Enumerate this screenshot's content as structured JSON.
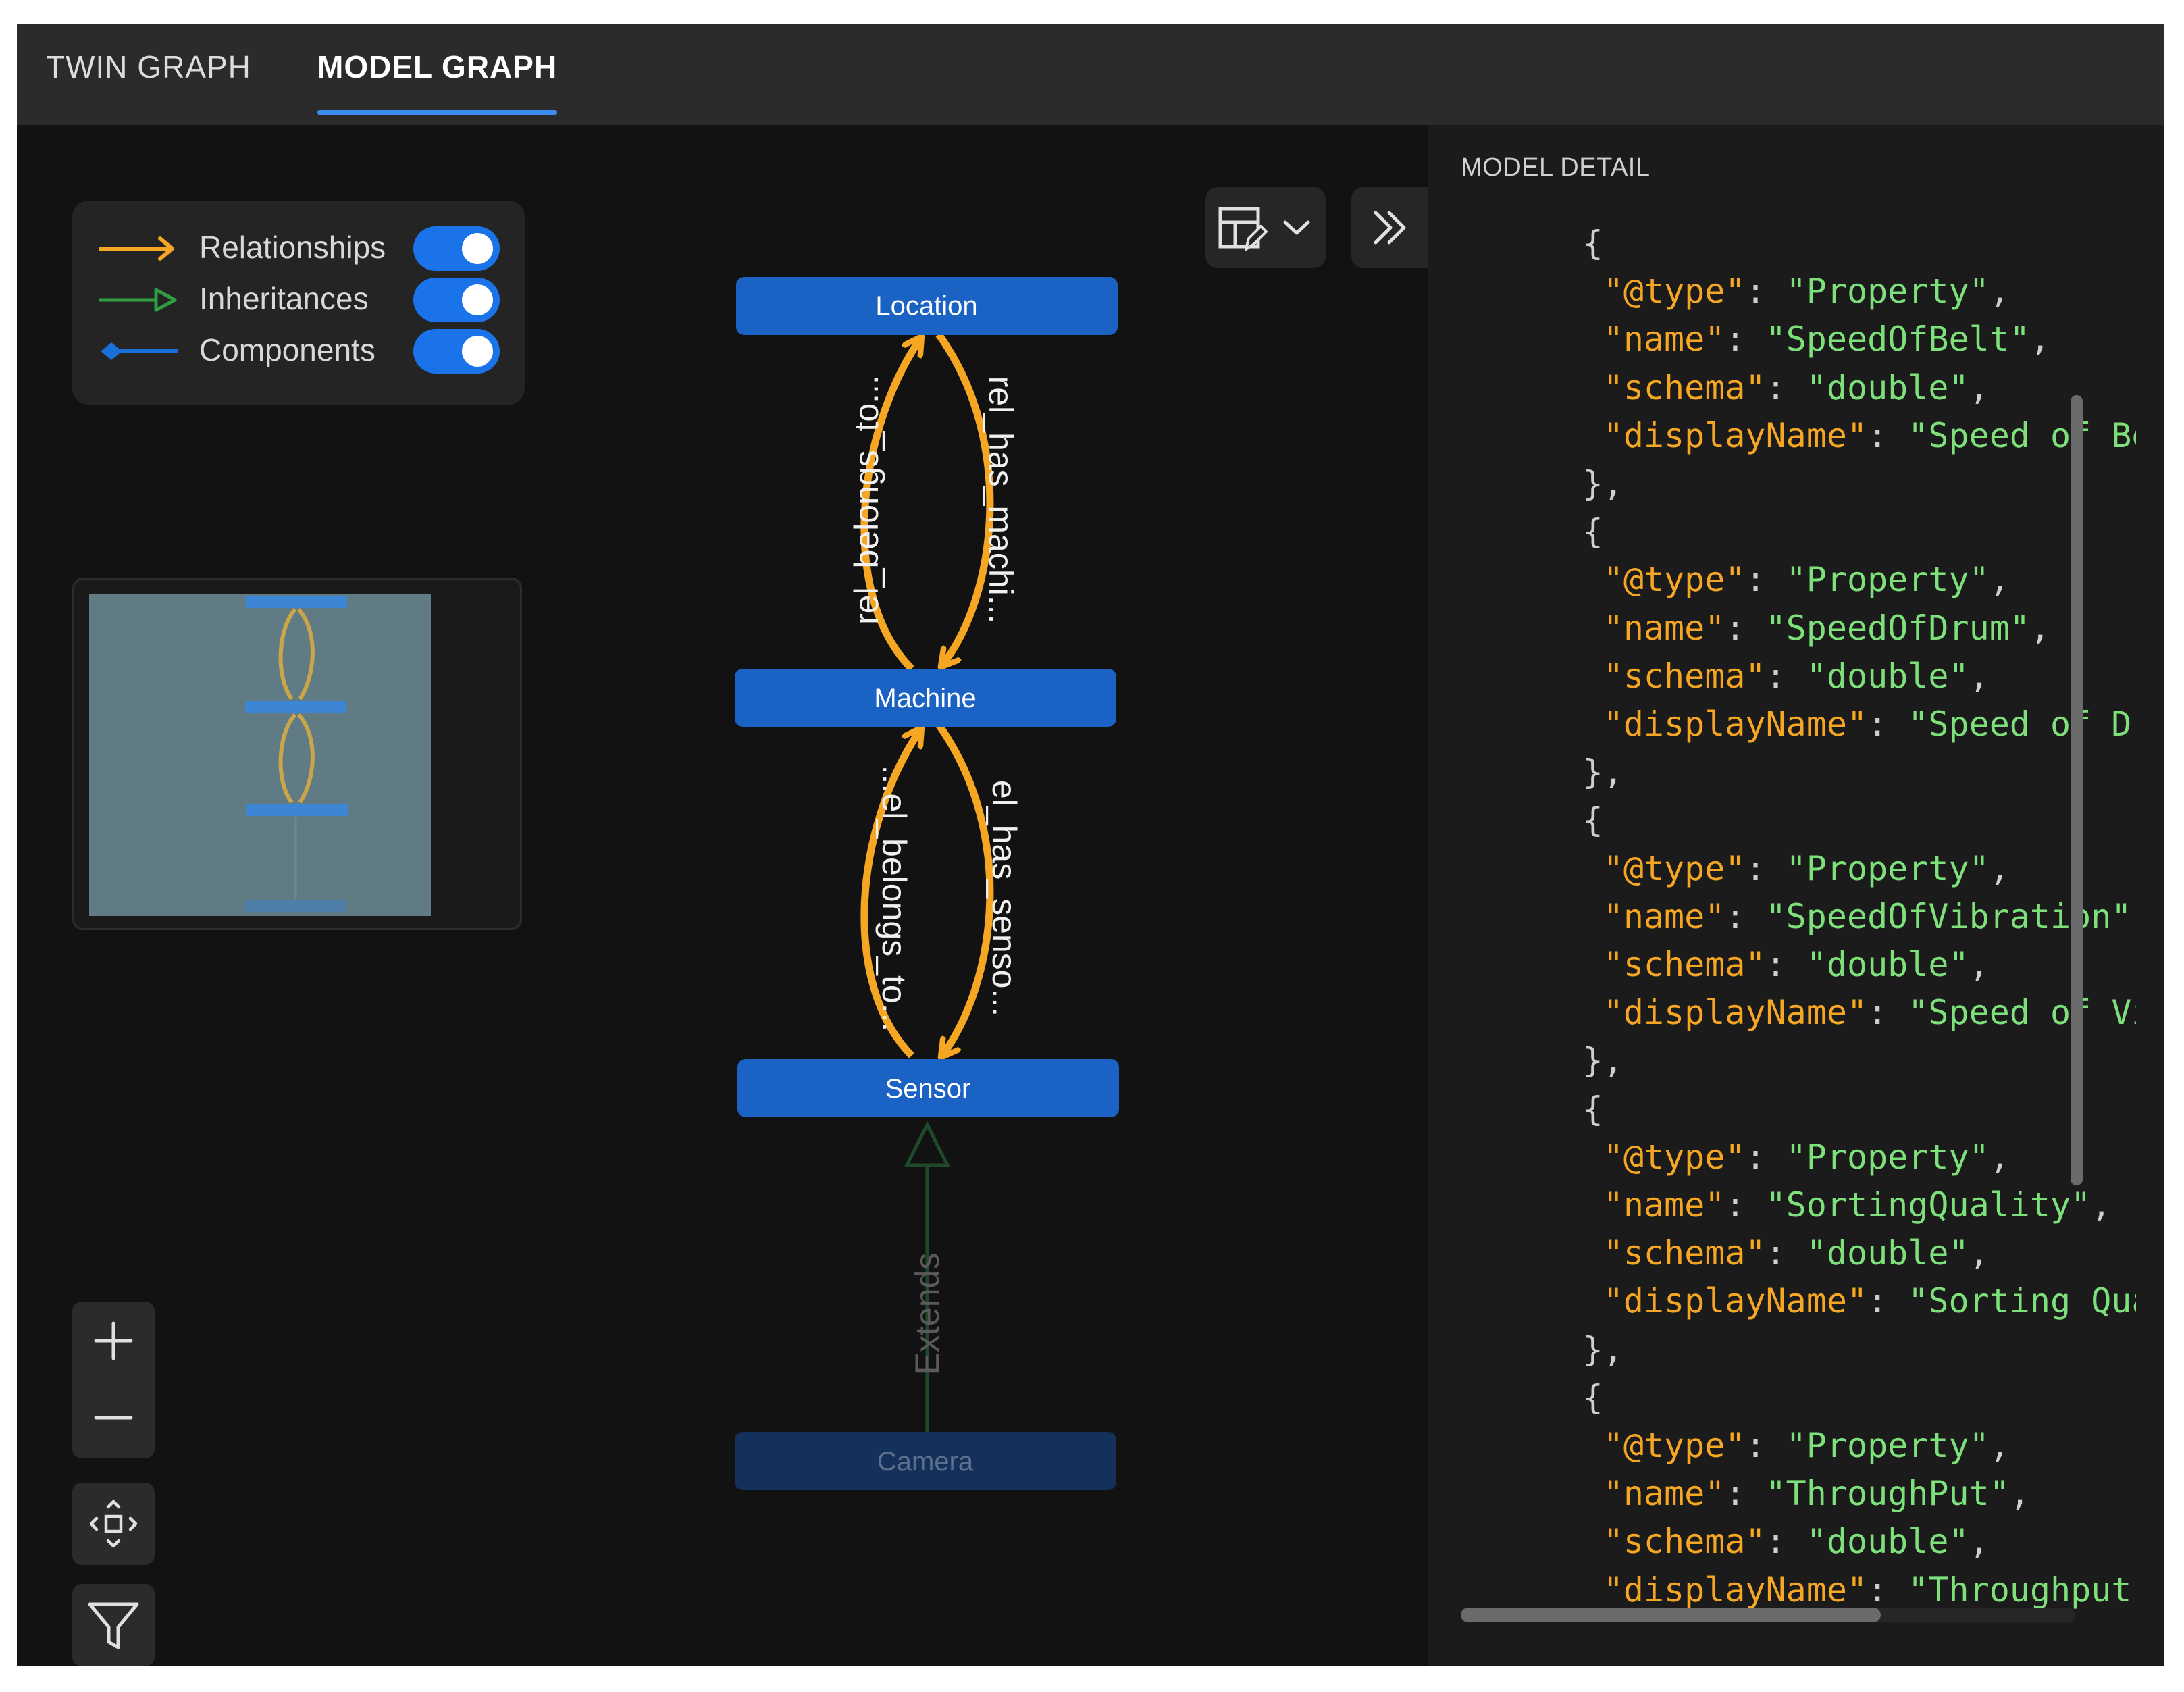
{
  "tabs": [
    {
      "label": "TWIN GRAPH",
      "active": false
    },
    {
      "label": "MODEL GRAPH",
      "active": true
    }
  ],
  "legend": {
    "items": [
      {
        "label": "Relationships",
        "color": "#f5a623",
        "enabled": true
      },
      {
        "label": "Inheritances",
        "color": "#2e9e40",
        "enabled": true
      },
      {
        "label": "Components",
        "color": "#1a6fd8",
        "enabled": true
      }
    ]
  },
  "graph": {
    "node_color": "#1a62c4",
    "dimmed_node_color": "#14315c",
    "relationship_color": "#f5a623",
    "inheritance_color": "#1f5a2c",
    "nodes": {
      "location": "Location",
      "machine": "Machine",
      "sensor": "Sensor",
      "camera": "Camera"
    },
    "edges": {
      "loc_belongs": "rel_belongs_to...",
      "loc_has": "rel_has_machi...",
      "mach_belongs": "...el_belongs_to...",
      "mach_has": "el_has_senso...",
      "extends": "Extends"
    }
  },
  "toolbar": {
    "layout_icon": "layout-grid-edit-icon",
    "dropdown_icon": "chevron-down-icon",
    "expand_icon": "chevrons-right-icon"
  },
  "controls": {
    "zoom_in_icon": "plus-icon",
    "zoom_out_icon": "minus-icon",
    "fit_icon": "fit-view-icon",
    "filter_icon": "filter-icon"
  },
  "detail": {
    "title": "MODEL DETAIL",
    "properties": [
      {
        "name": "SpeedOfBelt",
        "displayName": "Speed of Belt\"",
        "closing": "},"
      },
      {
        "name": "SpeedOfDrum",
        "displayName": "Speed of Drum\"",
        "closing": "},"
      },
      {
        "name": "SpeedOfVibration",
        "displayName": "Speed of Vibra",
        "closing": "},"
      },
      {
        "name": "SortingQuality",
        "displayName": "Sorting Qualit",
        "closing": "},"
      },
      {
        "name": "ThroughPut",
        "displayName": "Throughput\"",
        "closing": ""
      }
    ],
    "type_value": "Property",
    "schema_value": "double"
  }
}
